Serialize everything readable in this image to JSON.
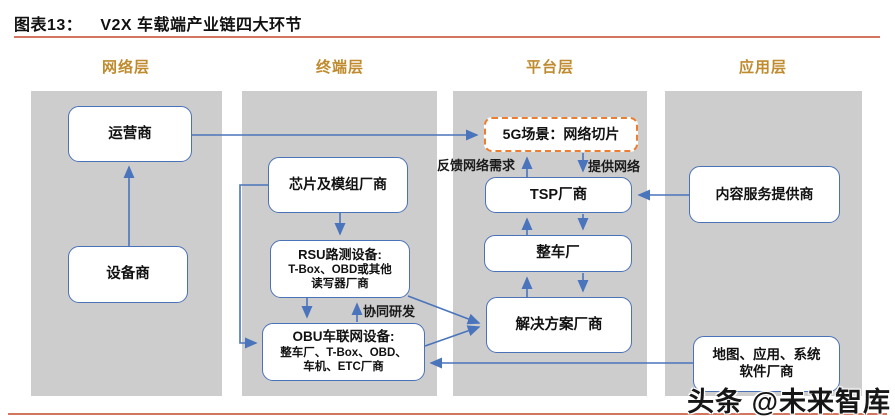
{
  "figure": {
    "caption_prefix": "图表13：",
    "caption_title": "V2X 车载端产业链四大环节",
    "watermark": "头条 @未来智库"
  },
  "colors": {
    "header_gold": "#bf8b2e",
    "accent_red": "#d4755f",
    "box_border_blue": "#4a72b8",
    "arrow_blue": "#4a74bc",
    "dashed_orange": "#ed7d31",
    "panel_gray": "#cdcdcd"
  },
  "columns": [
    {
      "header": "网络层"
    },
    {
      "header": "终端层"
    },
    {
      "header": "平台层"
    },
    {
      "header": "应用层"
    }
  ],
  "nodes": {
    "operator": {
      "label": "运营商"
    },
    "equipment_vendor": {
      "label": "设备商"
    },
    "chip_module": {
      "label": "芯片及模组厂商"
    },
    "rsu": {
      "title": "RSU路测设备:",
      "line1": "T-Box、OBD或其他",
      "line2": "读写器厂商"
    },
    "obu": {
      "title": "OBU车联网设备:",
      "line1": "整车厂、T-Box、OBD、",
      "line2": "车机、ETC厂商"
    },
    "five_g": {
      "label": "5G场景：网络切片"
    },
    "tsp": {
      "label": "TSP厂商"
    },
    "oem": {
      "label": "整车厂"
    },
    "solution": {
      "label": "解决方案厂商"
    },
    "content_provider": {
      "label": "内容服务提供商"
    },
    "software_vendor": {
      "line1": "地图、应用、系统",
      "line2": "软件厂商"
    }
  },
  "edge_labels": {
    "feedback_network_demand": "反馈网络需求",
    "provide_network": "提供网络",
    "collaborative_rd": "协同研发"
  }
}
